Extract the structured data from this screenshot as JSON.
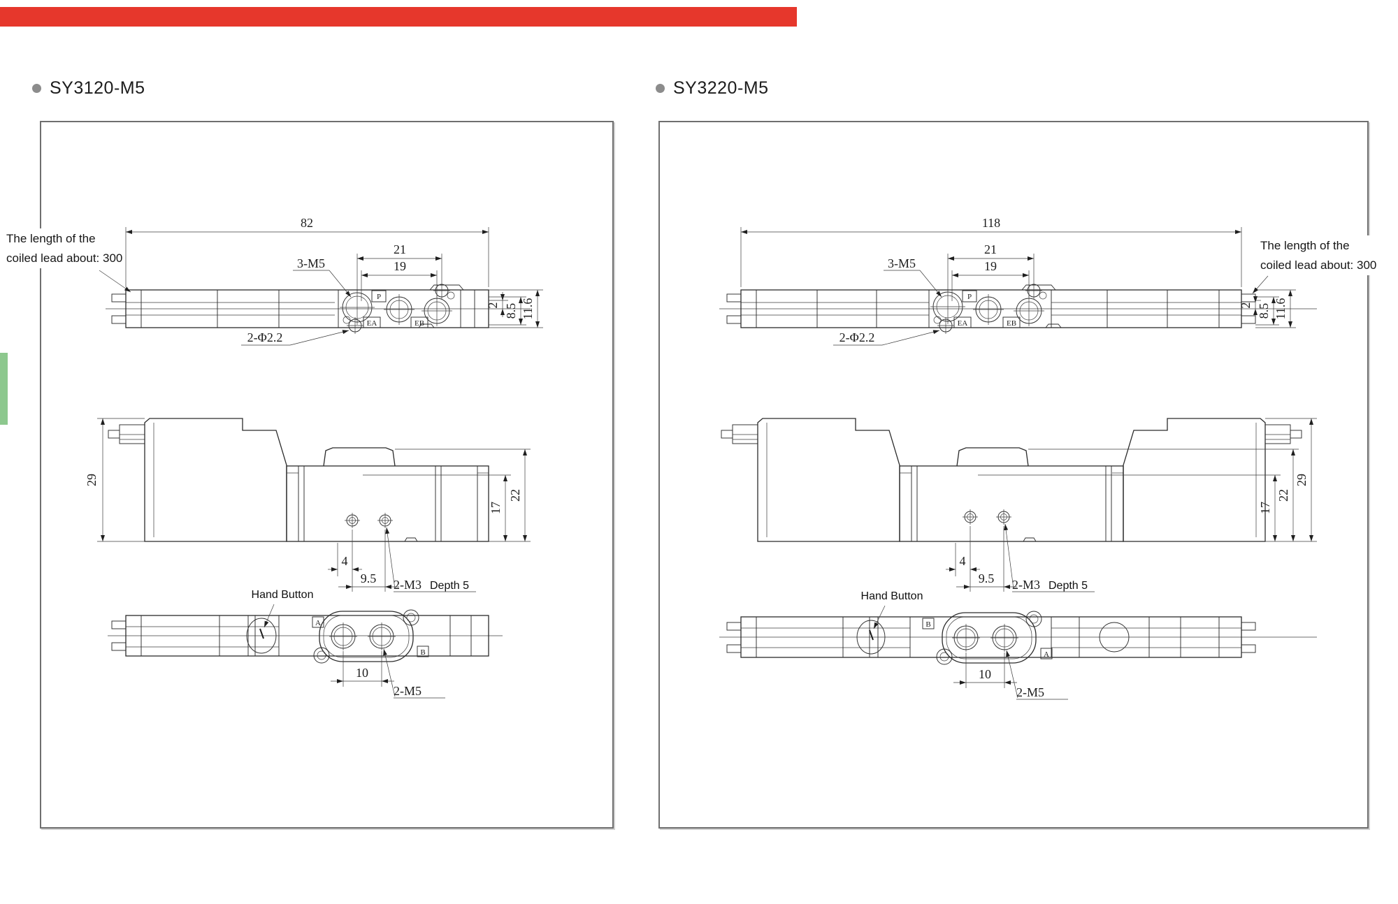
{
  "page": {
    "top_bar_color": "#e6372c",
    "side_tab_color": "#8dc88e"
  },
  "panels": [
    {
      "title": "SY3120-M5",
      "lead_note": {
        "line1": "The length of the",
        "line2": "coiled lead about: 300"
      },
      "top_view": {
        "overall_length": "82",
        "dim_upper": "21",
        "dim_lower": "19",
        "thread_label": "3-M5",
        "holes_label": "2-Φ2.2",
        "port_p": "P",
        "port_ea": "EA",
        "port_eb": "EB",
        "dim_offset": "2",
        "dim_mid_height": "8.5",
        "dim_total_height": "11.6"
      },
      "side_view": {
        "dim_overall_height": "29",
        "dim_port_face": "17",
        "dim_body_height": "22",
        "dim_edge_offset": "4",
        "dim_hole_pitch": "9.5",
        "mount_thread": "2-M3",
        "mount_depth": "Depth 5"
      },
      "bottom_view": {
        "hand_button_label": "Hand Button",
        "port_a": "A",
        "port_b": "B",
        "dim_port_pitch": "10",
        "ports_label": "2-M5"
      }
    },
    {
      "title": "SY3220-M5",
      "lead_note": {
        "line1": "The length of the",
        "line2": "coiled lead about: 300"
      },
      "top_view": {
        "overall_length": "118",
        "dim_upper": "21",
        "dim_lower": "19",
        "thread_label": "3-M5",
        "holes_label": "2-Φ2.2",
        "port_p": "P",
        "port_ea": "EA",
        "port_eb": "EB",
        "dim_offset": "2",
        "dim_mid_height": "8.5",
        "dim_total_height": "11.6"
      },
      "side_view": {
        "dim_overall_height": "29",
        "dim_port_face": "17",
        "dim_body_height": "22",
        "dim_edge_offset": "4",
        "dim_hole_pitch": "9.5",
        "mount_thread": "2-M3",
        "mount_depth": "Depth 5"
      },
      "bottom_view": {
        "hand_button_label": "Hand Button",
        "port_a": "A",
        "port_b": "B",
        "dim_port_pitch": "10",
        "ports_label": "2-M5"
      }
    }
  ]
}
